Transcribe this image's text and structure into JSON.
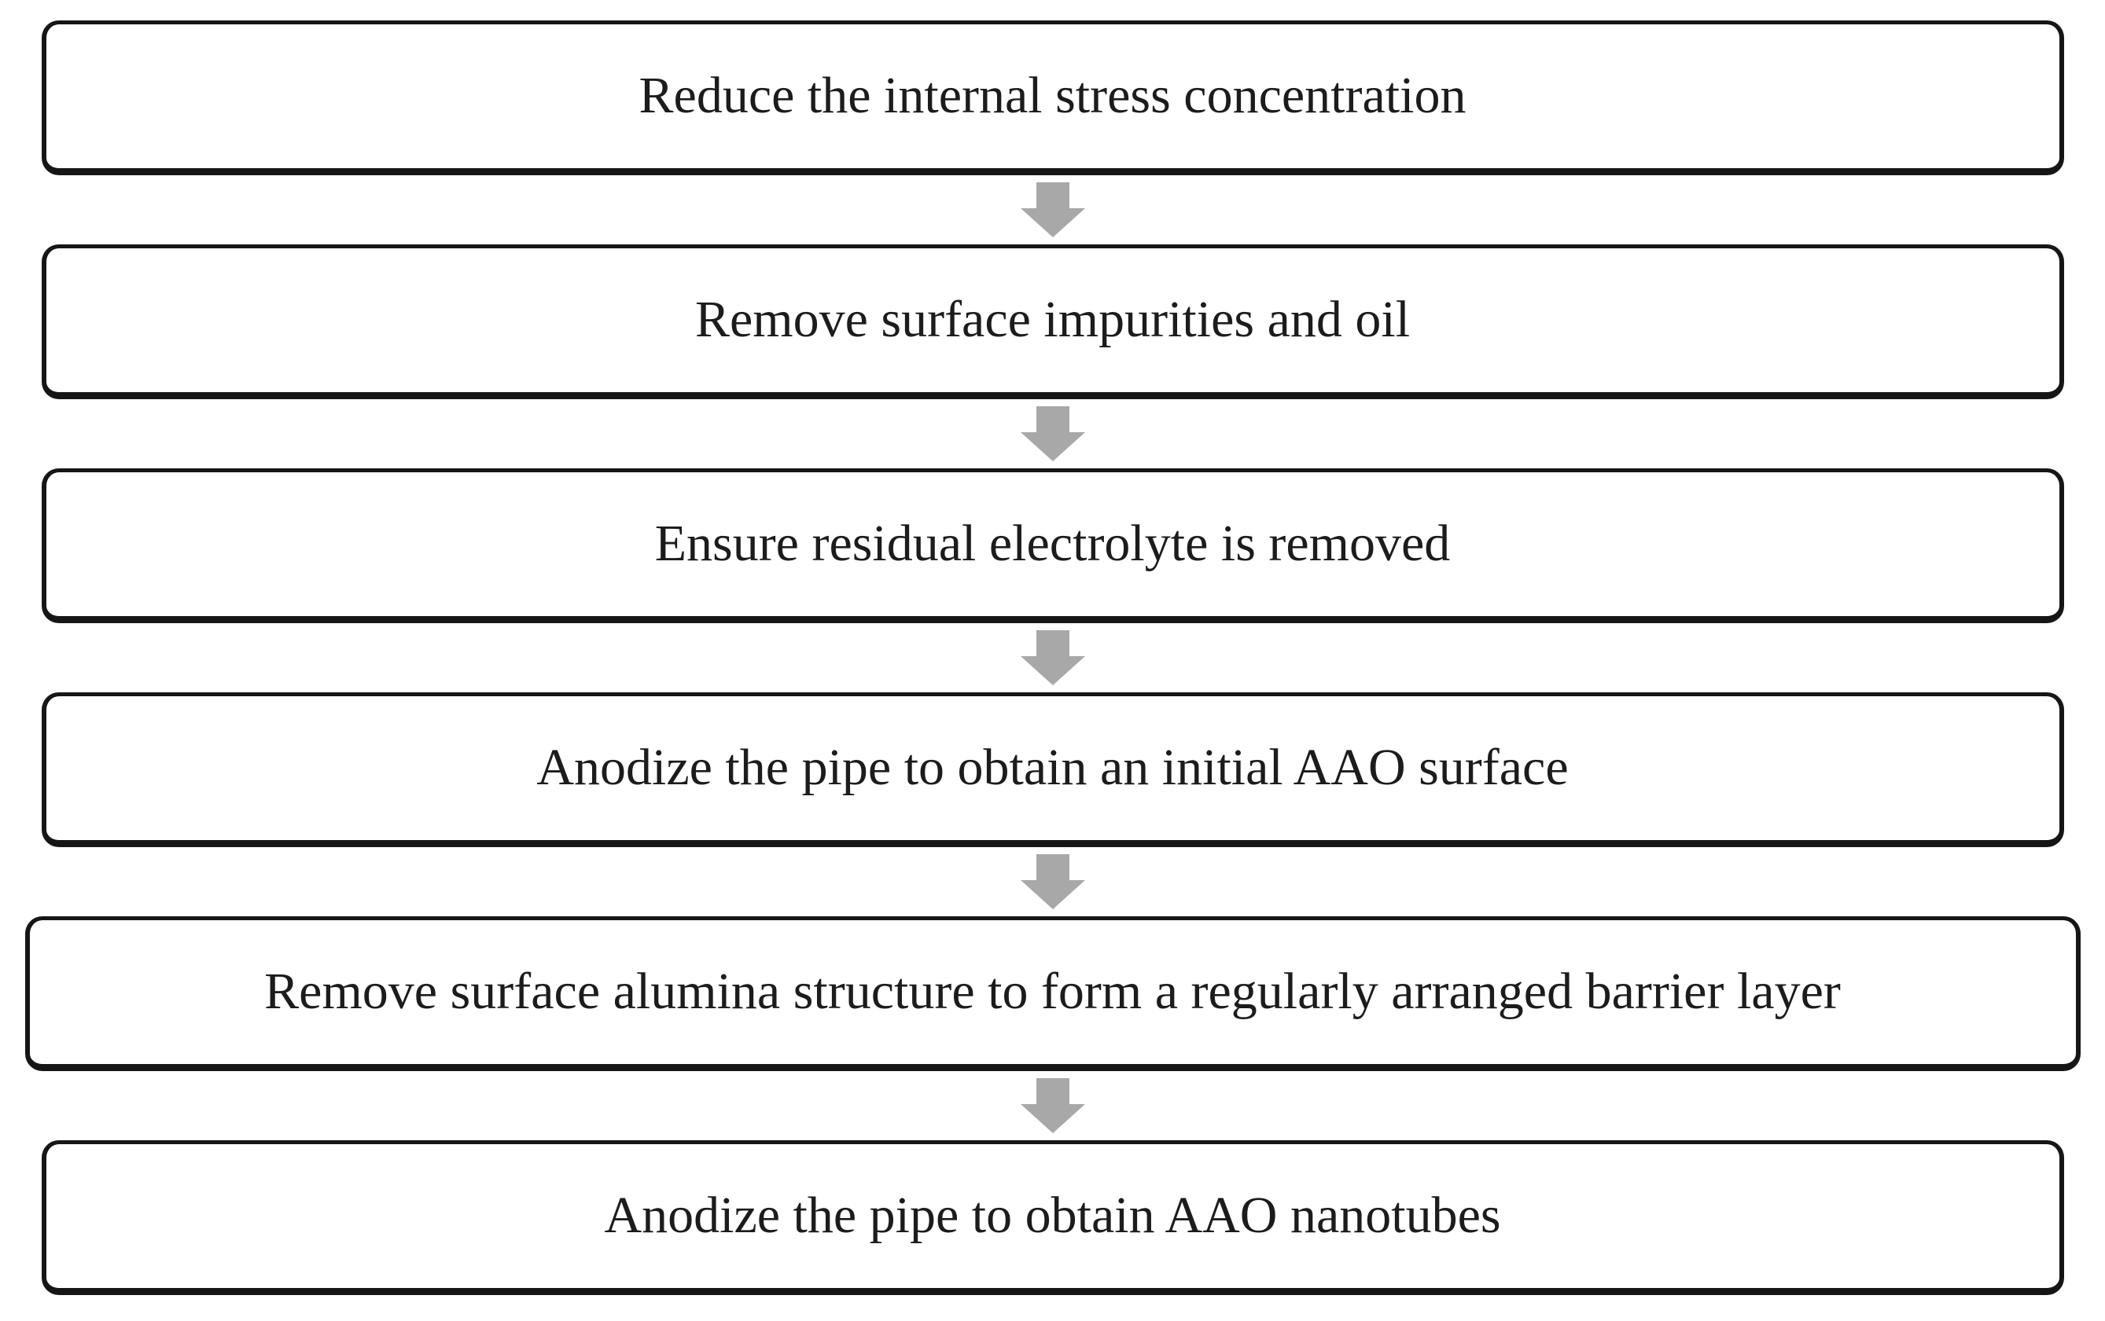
{
  "diagram": {
    "type": "flowchart",
    "direction": "top-down",
    "steps": [
      {
        "label": "Reduce the internal stress concentration"
      },
      {
        "label": "Remove surface impurities and oil"
      },
      {
        "label": "Ensure residual electrolyte is removed"
      },
      {
        "label": "Anodize the pipe to obtain an initial AAO surface"
      },
      {
        "label": "Remove surface alumina structure to form a regularly arranged barrier layer"
      },
      {
        "label": "Anodize the pipe to obtain AAO nanotubes"
      }
    ],
    "connector": "down-block-arrow",
    "colors": {
      "background": "#ffffff",
      "box_fill": "#ffffff",
      "box_border": "#161616",
      "text": "#1c1c1c",
      "arrow": "#a8a8a8"
    }
  }
}
